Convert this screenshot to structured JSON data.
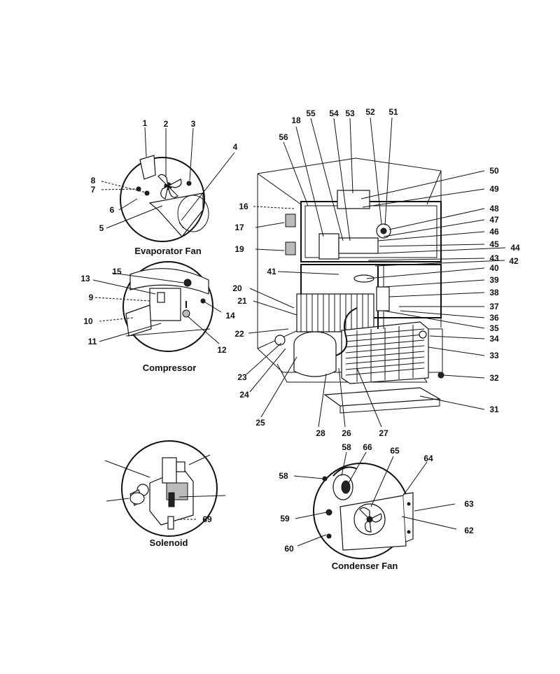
{
  "captions": {
    "evaporator_fan": "Evaporator Fan",
    "compressor": "Compressor",
    "solenoid": "Solenoid",
    "condenser_fan": "Condenser Fan"
  },
  "labels": {
    "l1": "1",
    "l2": "2",
    "l3": "3",
    "l4": "4",
    "l5": "5",
    "l6": "6",
    "l7": "7",
    "l8": "8",
    "l9": "9",
    "l10": "10",
    "l11": "11",
    "l12": "12",
    "l13": "13",
    "l14": "14",
    "l15": "15",
    "l16": "16",
    "l17": "17",
    "l18": "18",
    "l19": "19",
    "l20": "20",
    "l21": "21",
    "l22": "22",
    "l23": "23",
    "l24": "24",
    "l25": "25",
    "l26": "26",
    "l27": "27",
    "l28": "28",
    "l31": "31",
    "l32": "32",
    "l33": "33",
    "l34": "34",
    "l35": "35",
    "l36": "36",
    "l37": "37",
    "l38": "38",
    "l39": "39",
    "l40": "40",
    "l41": "41",
    "l42": "42",
    "l43": "43",
    "l44": "44",
    "l45": "45",
    "l46": "46",
    "l47": "47",
    "l48": "48",
    "l49": "49",
    "l50": "50",
    "l51": "51",
    "l52": "52",
    "l53": "53",
    "l54": "54",
    "l55": "55",
    "l56": "56",
    "l58a": "58",
    "l58b": "58",
    "l59": "59",
    "l60": "60",
    "l62": "62",
    "l63": "63",
    "l64": "64",
    "l65": "65",
    "l66": "66",
    "l69": "69"
  }
}
